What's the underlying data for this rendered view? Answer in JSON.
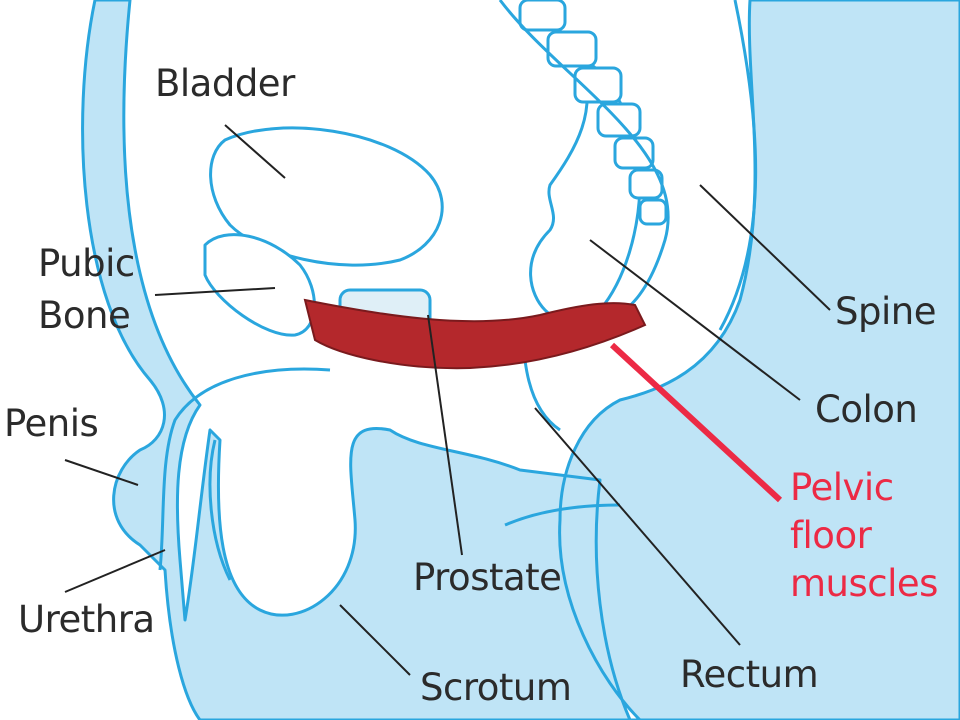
{
  "title": "Male pelvic floor anatomy",
  "colors": {
    "tissue": "#bfe4f6",
    "outline": "#2aa6de",
    "muscle": "#b4282c",
    "highlight": "#ec2a45",
    "text": "#2b2b2b"
  },
  "labels": {
    "bladder": "Bladder",
    "pubic_bone_1": "Pubic",
    "pubic_bone_2": "Bone",
    "penis": "Penis",
    "urethra": "Urethra",
    "prostate": "Prostate",
    "scrotum": "Scrotum",
    "rectum": "Rectum",
    "colon": "Colon",
    "spine": "Spine",
    "pelvic_1": "Pelvic",
    "pelvic_2": "floor",
    "pelvic_3": "muscles"
  }
}
